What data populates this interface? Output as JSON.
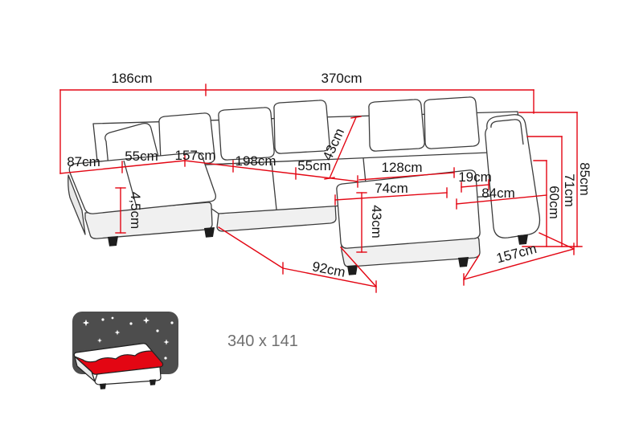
{
  "diagram": {
    "dims": {
      "back_left_width": "186cm",
      "back_total_width": "370cm",
      "chaise_width": "87cm",
      "chaise_seat_55": "55cm",
      "left_section_depth": "157cm",
      "main_seat_width": "198cm",
      "seat_55": "55cm",
      "backrest_diag": "43cm",
      "right_seat_width": "128cm",
      "armrest_gap": "19cm",
      "ottoman_width": "74cm",
      "armrest_width": "84cm",
      "seat_height": "60cm",
      "armrest_height": "71cm",
      "total_height": "85cm",
      "cushion_thickness": "4,5cm",
      "ottoman_depth": "43cm",
      "inner_seat_width": "92cm",
      "side_depth": "157cm"
    },
    "sleeping_area": "340 x 141",
    "colors": {
      "dimension_line": "#e30613",
      "outline": "#3c3c3c",
      "night_sky": "#4d4d4d",
      "mattress_red": "#e30613"
    }
  }
}
